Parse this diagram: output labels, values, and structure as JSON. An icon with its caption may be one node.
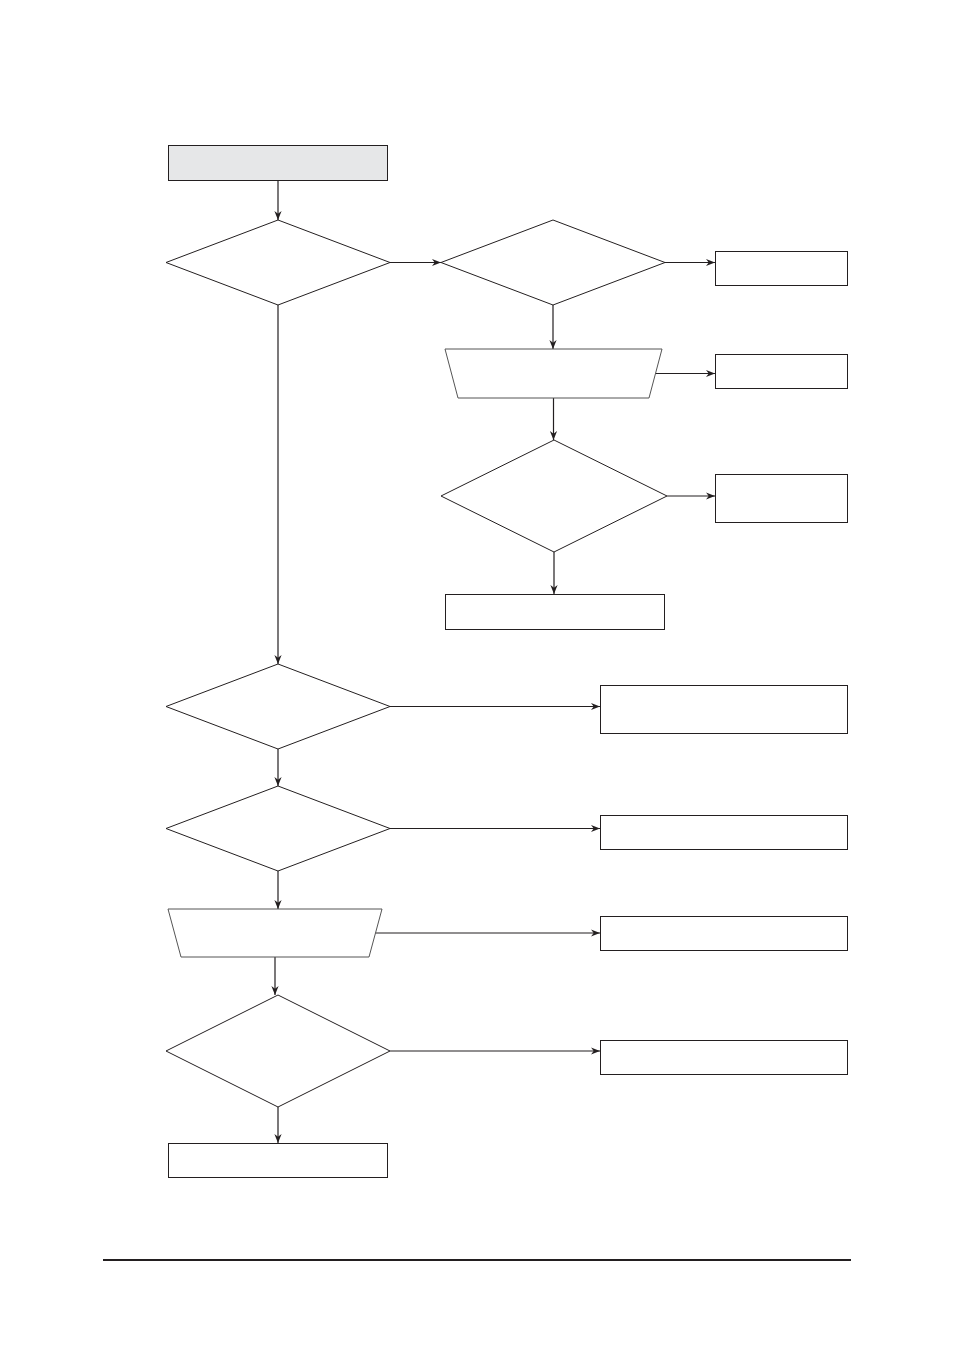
{
  "diagram": {
    "nodes": [
      {
        "text": [],
        "shape": "box"
      },
      {
        "text": [],
        "shape": "diamond"
      },
      {
        "text": [],
        "shape": "diamond"
      },
      {
        "text": [],
        "shape": "box"
      },
      {
        "text": [],
        "shape": "trapezoid"
      },
      {
        "text": [],
        "shape": "box"
      },
      {
        "text": [],
        "shape": "diamond"
      },
      {
        "text": [],
        "shape": "box"
      },
      {
        "text": [],
        "shape": "box"
      },
      {
        "text": [],
        "shape": "diamond"
      },
      {
        "text": [],
        "shape": "box"
      },
      {
        "text": [],
        "shape": "diamond"
      },
      {
        "text": [],
        "shape": "box"
      },
      {
        "text": [],
        "shape": "trapezoid"
      },
      {
        "text": [],
        "shape": "box"
      },
      {
        "text": [],
        "shape": "diamond"
      },
      {
        "text": [],
        "shape": "box"
      },
      {
        "text": [],
        "shape": "box"
      }
    ],
    "edges": [
      {
        "from": 0,
        "to": 1,
        "arrow": "to"
      },
      {
        "from": 1,
        "to": 2,
        "arrow": "to"
      },
      {
        "from": 2,
        "to": 3,
        "arrow": "to"
      },
      {
        "from": 2,
        "to": 4,
        "arrow": "to"
      },
      {
        "from": 4,
        "to": 5,
        "arrow": "to"
      },
      {
        "from": 4,
        "to": 6,
        "arrow": "to"
      },
      {
        "from": 6,
        "to": 7,
        "arrow": "to"
      },
      {
        "from": 6,
        "to": 8,
        "arrow": "to"
      },
      {
        "from": 1,
        "to": 9,
        "arrow": "to"
      },
      {
        "from": 9,
        "to": 10,
        "arrow": "to"
      },
      {
        "from": 9,
        "to": 11,
        "arrow": "to"
      },
      {
        "from": 11,
        "to": 12,
        "arrow": "to"
      },
      {
        "from": 11,
        "to": 13,
        "arrow": "to"
      },
      {
        "from": 13,
        "to": 14,
        "arrow": "to"
      },
      {
        "from": 13,
        "to": 15,
        "arrow": "to"
      },
      {
        "from": 15,
        "to": 16,
        "arrow": "to"
      },
      {
        "from": 15,
        "to": 17,
        "arrow": "to"
      }
    ]
  }
}
